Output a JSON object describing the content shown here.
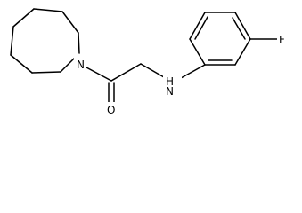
{
  "molecule": {
    "atoms": {
      "amine_n": "N",
      "amide_n": "N",
      "carbonyl_o": "O",
      "fluorine": "F",
      "nh_n": "N",
      "nh_h": "H"
    },
    "colors": {
      "bond": "#000000",
      "background": "#ffffff"
    }
  }
}
